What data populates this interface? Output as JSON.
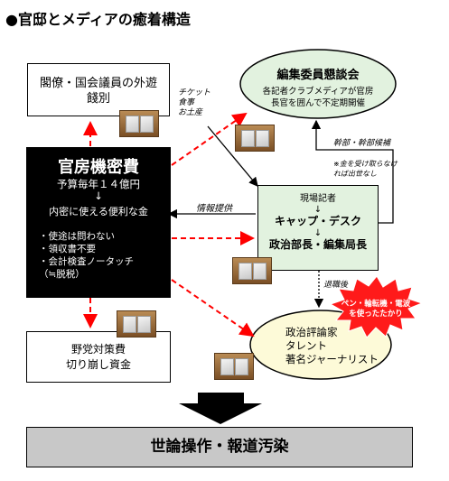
{
  "title": "●官邸とメディアの癒着構造",
  "boxes": {
    "cabinet": {
      "line1": "閣僚・国会議員の外遊",
      "line2": "餞別"
    },
    "committee": {
      "title": "編集委員懇談会",
      "line1": "各記者クラブメディアが官房",
      "line2": "長官を囲んで不定期開催"
    },
    "secret_fund": {
      "title": "官房機密費",
      "budget": "予算毎年１４億円",
      "arrow": "↓",
      "desc": "内密に使える便利な金",
      "bullets": [
        "・使途は問わない",
        "・領収書不要",
        "・会計検査ノータッチ",
        "（≒脱税）"
      ]
    },
    "press": {
      "line1": "現場記者",
      "arrow1": "↓",
      "line2": "キャップ・デスク",
      "arrow2": "↓",
      "line3": "政治部長・編集局長"
    },
    "opposition": {
      "line1": "野党対策費",
      "line2": "切り崩し資金"
    },
    "critics": {
      "line1": "政治評論家",
      "line2": "タレント",
      "line3": "著名ジャーナリスト"
    },
    "bottom": {
      "label": "世論操作・報道汚染"
    }
  },
  "labels": {
    "gifts": [
      "チケット",
      "食事",
      "お土産"
    ],
    "exec": "幹部・幹部候補",
    "note1": "※金を受け取らなけ",
    "note2": "れば出世なし",
    "info": "情報提供",
    "retire": "退職後",
    "burst": [
      "ペン・輪転機・電波",
      "を使ったたかり"
    ]
  },
  "colors": {
    "green_fill": "#e2f2df",
    "black_box": "#000000",
    "red_arrow": "#ff0000",
    "yellow_fill": "#fdfad8",
    "gray_fill": "#c8c8c8"
  }
}
